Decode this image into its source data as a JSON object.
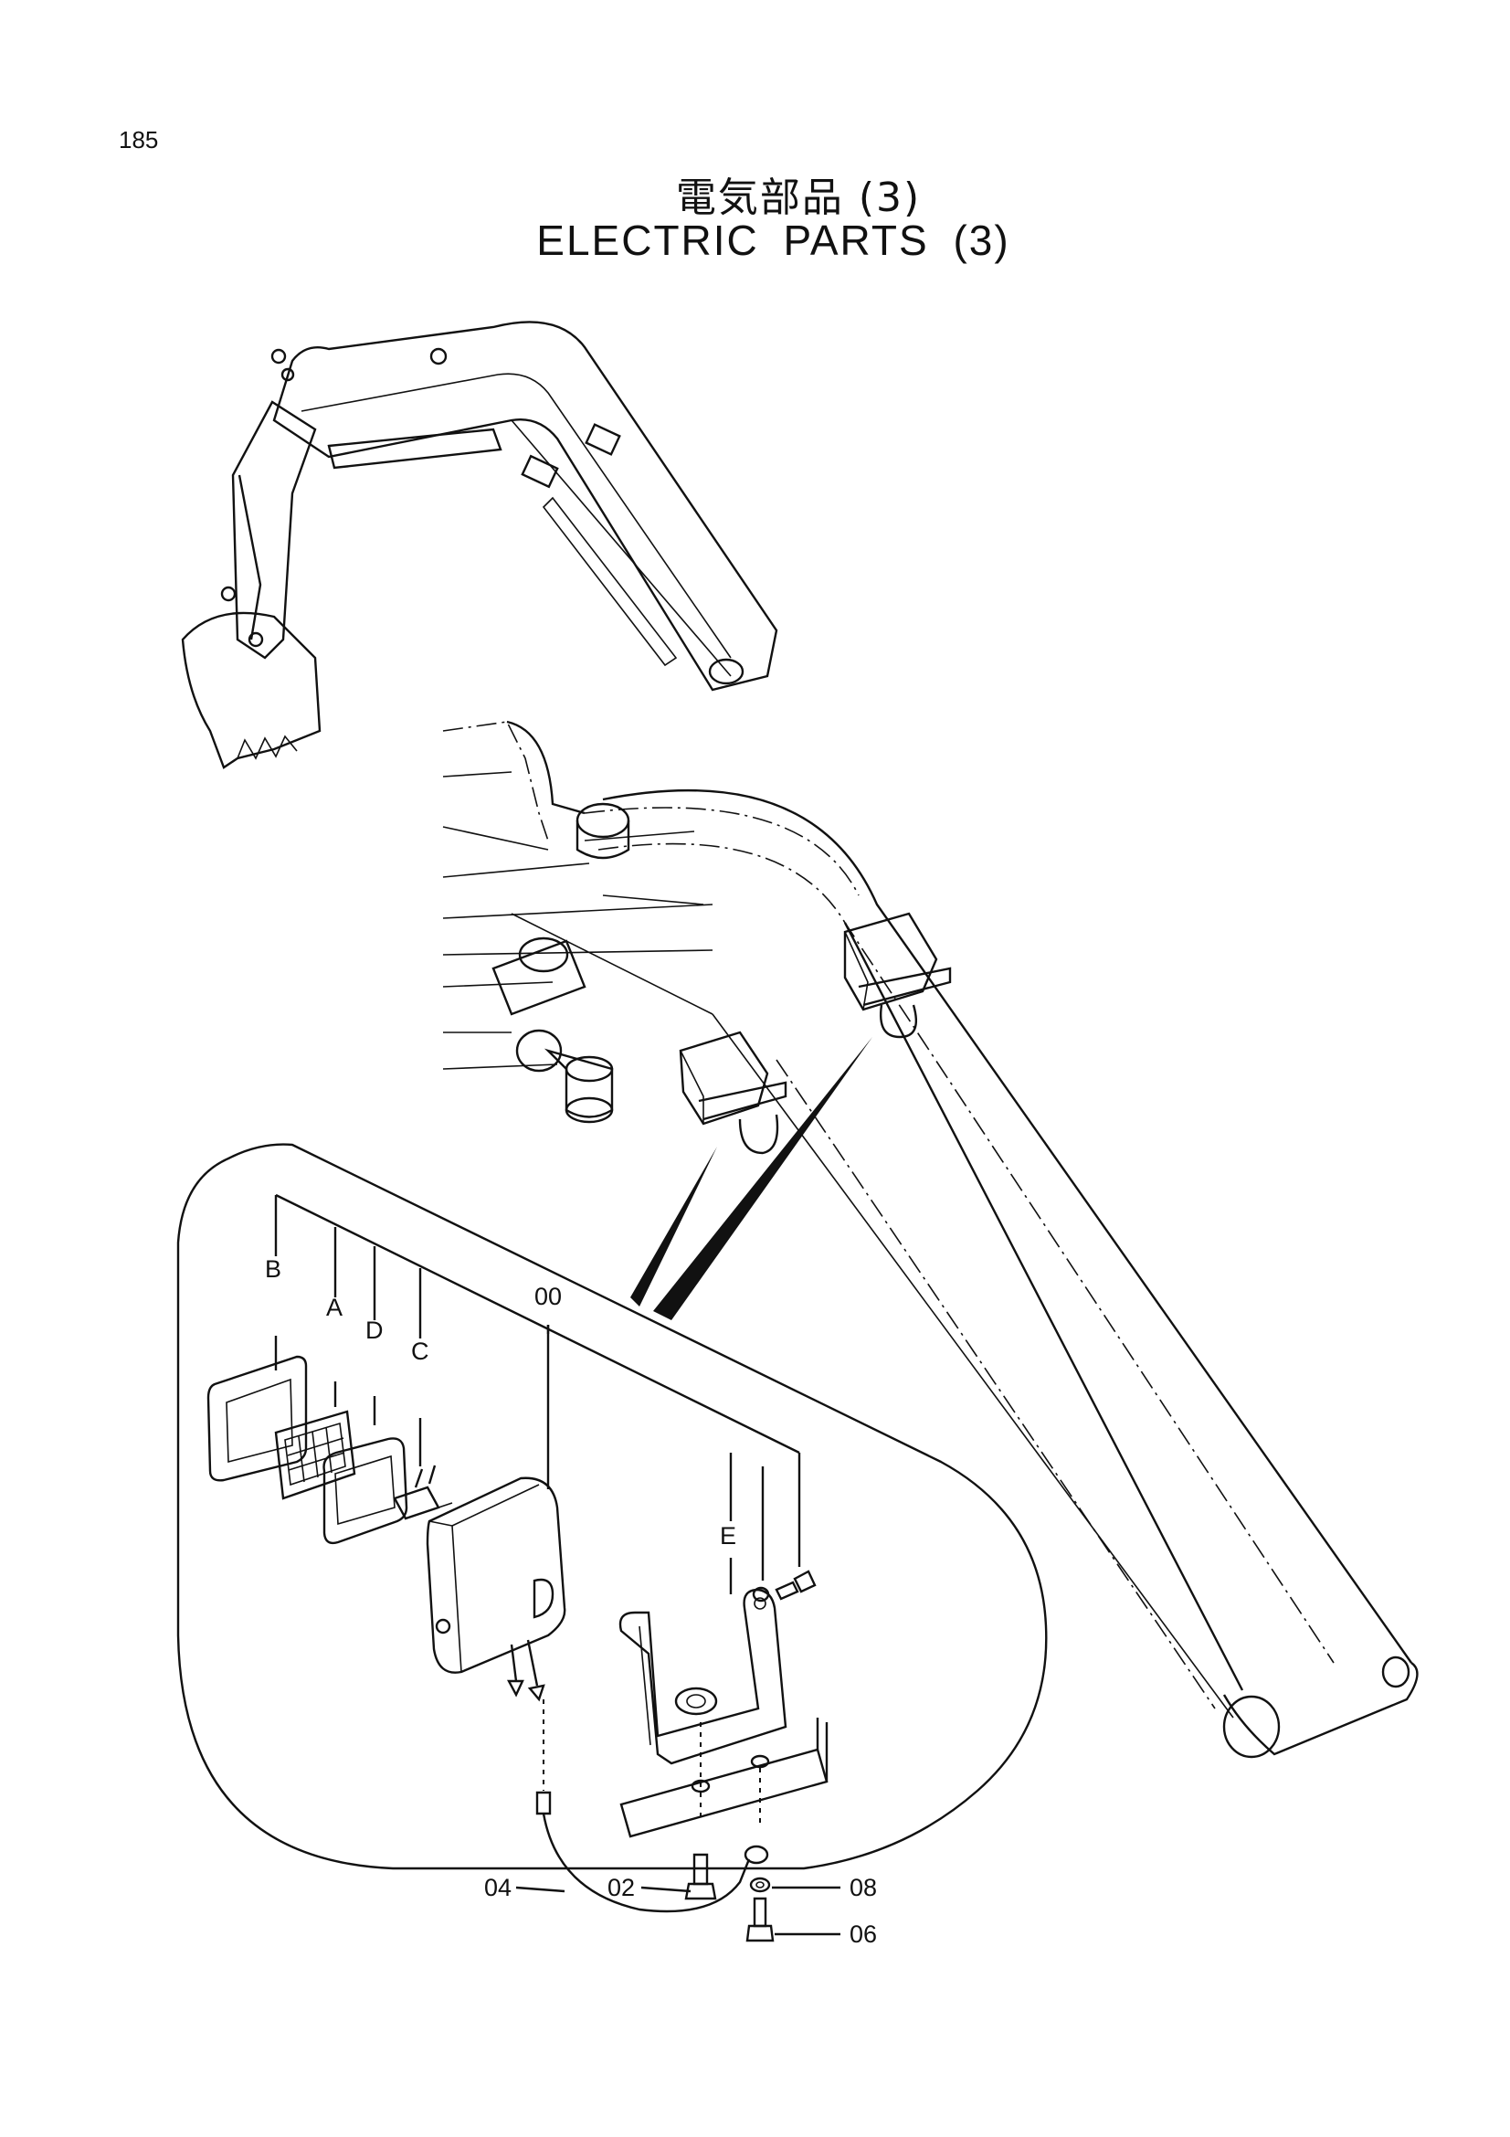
{
  "page": {
    "number": "185"
  },
  "title": {
    "japanese": "電気部品 (3)",
    "english": "ELECTRIC PARTS (3)"
  },
  "callouts": {
    "B": "B",
    "A": "A",
    "D": "D",
    "C": "C",
    "E": "E",
    "p00": "00",
    "p04": "04",
    "p02": "02",
    "p08": "08",
    "p06": "06"
  }
}
